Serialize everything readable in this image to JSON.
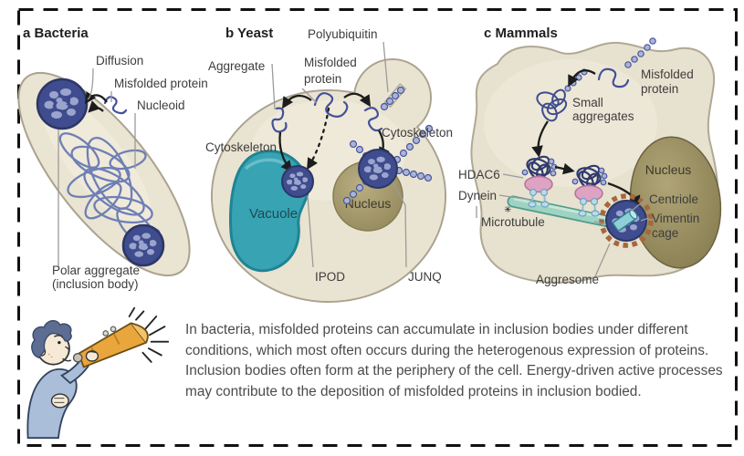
{
  "figure": {
    "panels": {
      "bacteria": {
        "title": "a Bacteria",
        "labels": {
          "diffusion": "Diffusion",
          "misfolded_protein": "Misfolded protein",
          "nucleoid": "Nucleoid",
          "polar_aggregate_1": "Polar aggregate",
          "polar_aggregate_2": "(inclusion body)"
        }
      },
      "yeast": {
        "title": "b Yeast",
        "labels": {
          "aggregate": "Aggregate",
          "polyubiquitin": "Polyubiquitin",
          "misfolded_1": "Misfolded",
          "misfolded_2": "protein",
          "cytoskeleton_left": "Cytoskeleton",
          "cytoskeleton_right": "Cytoskeleton",
          "vacuole": "Vacuole",
          "nucleus": "Nucleus",
          "ipod": "IPOD",
          "junq": "JUNQ"
        }
      },
      "mammals": {
        "title": "c Mammals",
        "labels": {
          "misfolded_1": "Misfolded",
          "misfolded_2": "protein",
          "small_aggregates_1": "Small",
          "small_aggregates_2": "aggregates",
          "hdac6": "HDAC6",
          "dynein": "Dynein",
          "microtubule": "Microtubule",
          "nucleus": "Nucleus",
          "centriole": "Centriole",
          "vimentin_1": "Vimentin",
          "vimentin_2": "cage",
          "aggresome": "Aggresome"
        }
      }
    },
    "caption": "In bacteria, misfolded proteins can accumulate in inclusion bodies under different conditions, which most often occurs during the heterogenous expression of proteins. Inclusion bodies often form at the periphery of the cell. Energy-driven active processes may contribute to the deposition of misfolded proteins in inclusion bodied.",
    "colors": {
      "cell_body": "#e8e2d0",
      "cell_outline": "#aaa28f",
      "aggregate_navy": "#3f4c8e",
      "protein_blue": "#44519a",
      "vacuole_teal": "#37a3b3",
      "nucleus_olive": "#9c925f",
      "microtubule_teal": "#8fcbba",
      "hdac6_pink": "#dda3c2",
      "dynein_blue": "#a9cfe2",
      "vimentin_brown": "#a5673c",
      "centriole_teal": "#8fd0d8",
      "megaphone_orange": "#e8a63c",
      "shirt_blue": "#aabdd9",
      "border_black": "#111111",
      "caption_text": "#4b4b4b"
    }
  }
}
